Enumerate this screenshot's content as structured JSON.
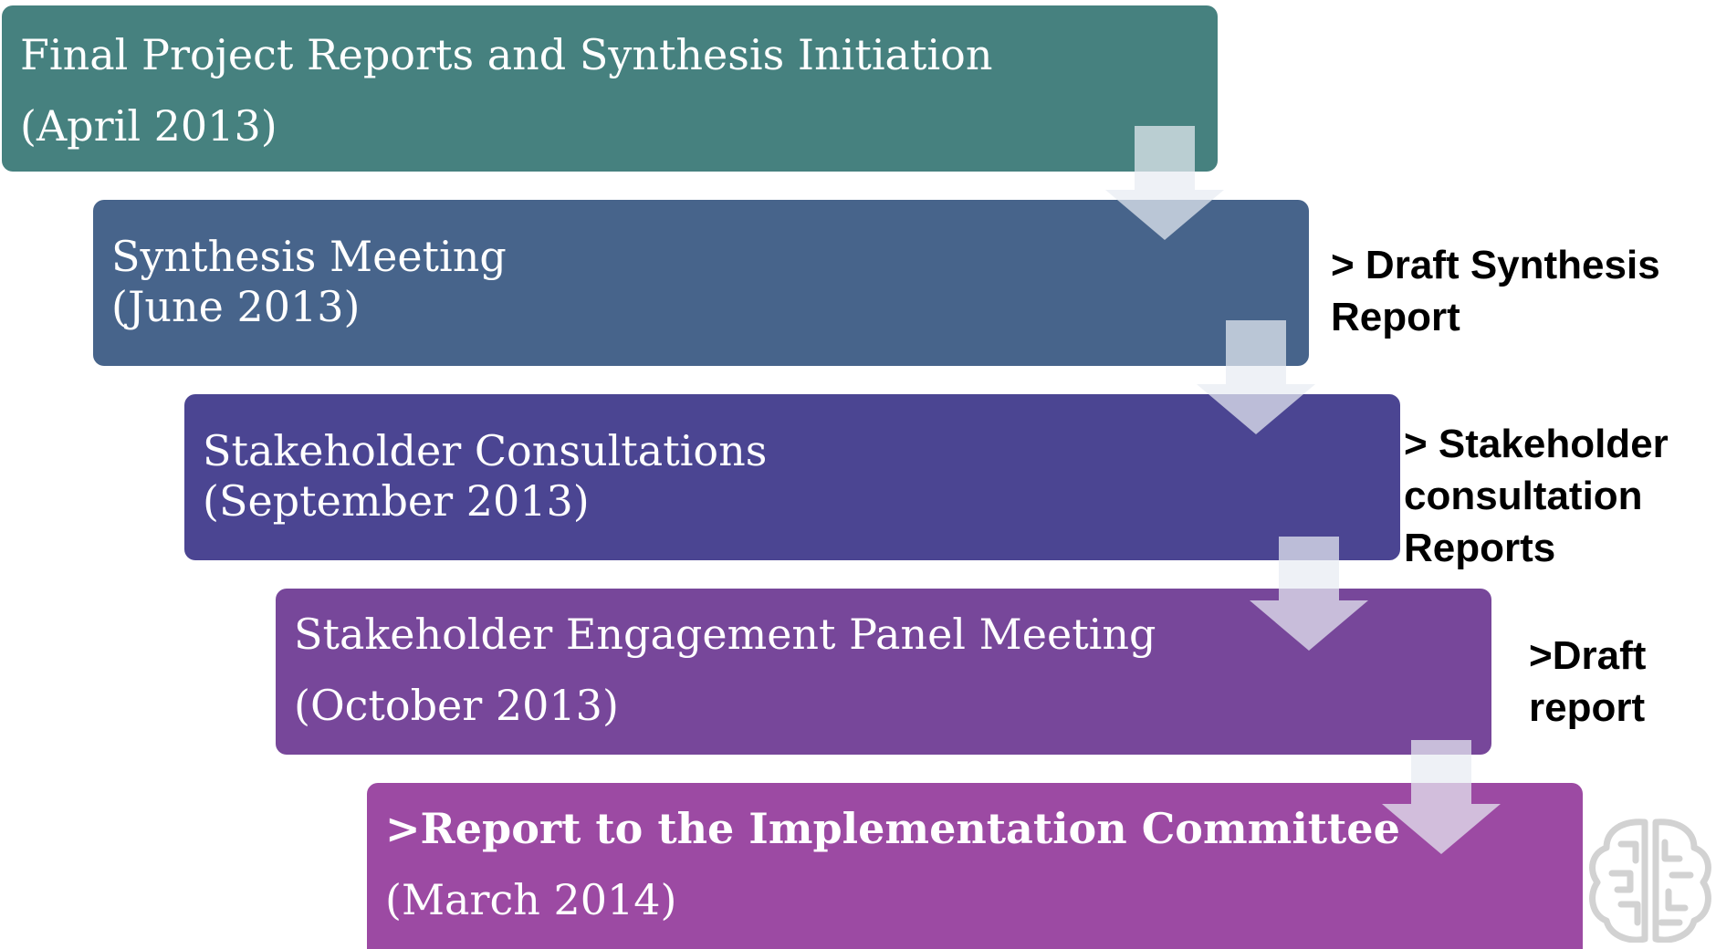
{
  "colors": {
    "step_1": "#46817f",
    "step_2": "#47648b",
    "step_3": "#4b4592",
    "step_4": "#77479a",
    "step_5": "#9c4aa3",
    "arrow_fill": "rgba(232,236,242,0.72)"
  },
  "steps": [
    {
      "title": "Final Project Reports and Synthesis Initiation",
      "date": "(April 2013)"
    },
    {
      "title": "Synthesis Meeting",
      "date": "(June 2013)"
    },
    {
      "title": "Stakeholder Consultations",
      "date": "(September 2013)"
    },
    {
      "title": "Stakeholder Engagement Panel Meeting",
      "date": "(October 2013)"
    },
    {
      "title": ">Report to the Implementation Committee",
      "date": "(March 2014)"
    }
  ],
  "outputs": [
    {
      "lines": [
        "> Draft Synthesis",
        "Report"
      ]
    },
    {
      "lines": [
        "> Stakeholder",
        "consultation",
        "Reports"
      ]
    },
    {
      "lines": [
        ">Draft",
        "report"
      ]
    }
  ],
  "icons": {
    "down_arrow": "down-arrow-icon",
    "logo": "brain-maze-logo-icon"
  }
}
